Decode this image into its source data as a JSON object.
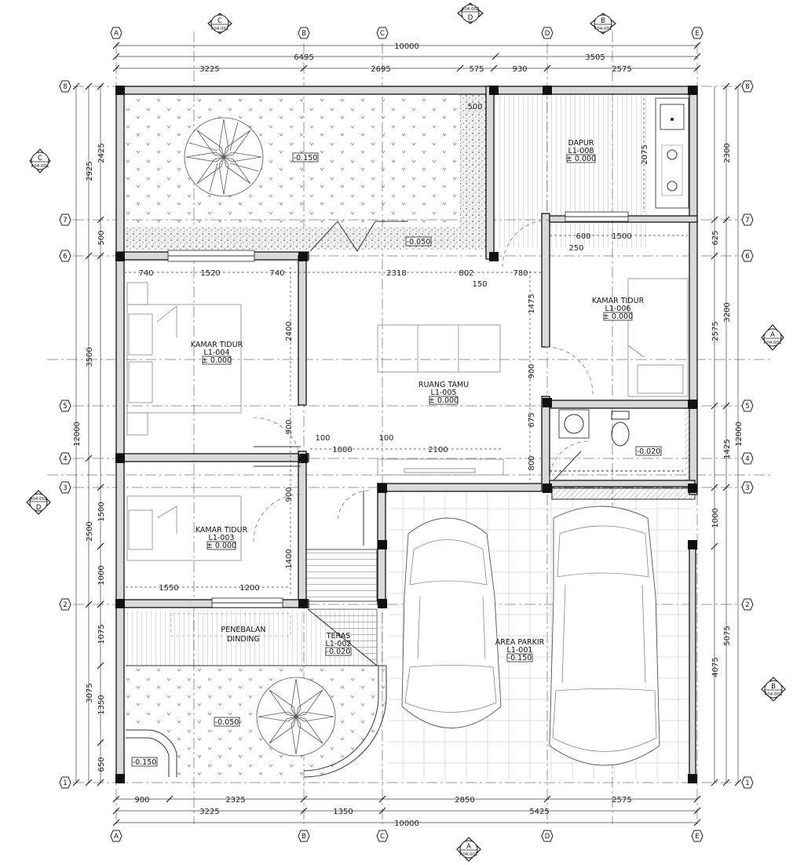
{
  "grid_x": [
    {
      "label": "A"
    },
    {
      "label": "B"
    },
    {
      "label": "C"
    },
    {
      "label": "D"
    },
    {
      "label": "E"
    }
  ],
  "grid_y": [
    {
      "label": "8"
    },
    {
      "label": "7"
    },
    {
      "label": "6"
    },
    {
      "label": "5"
    },
    {
      "label": "4"
    },
    {
      "label": "3"
    },
    {
      "label": "2"
    },
    {
      "label": "1"
    }
  ],
  "dims_top": {
    "overall": "10000",
    "row2": [
      "6495",
      "3505"
    ],
    "row3": [
      "3225",
      "2695",
      "575",
      "930",
      "2575"
    ]
  },
  "dims_bottom": {
    "row1": [
      "900",
      "2325",
      "2850",
      "2575"
    ],
    "row2": [
      "3225",
      "1350",
      "5425"
    ],
    "overall": "10000"
  },
  "dims_left": {
    "overall": "12000",
    "col2": [
      "2925",
      "3500",
      "2500",
      "3075"
    ],
    "col3": [
      "2425",
      "500",
      "1500",
      "1000",
      "1075",
      "1350",
      "650"
    ]
  },
  "dims_right": {
    "overall": "12000",
    "col2": [
      "2300",
      "3200",
      "1425",
      "5075"
    ],
    "col3": [
      "625",
      "2575",
      "1000",
      "4075"
    ]
  },
  "dims_internal": {
    "d500": "500",
    "d2075": "2075",
    "d600": "600",
    "d1500": "1500",
    "d250": "250",
    "d740a": "740",
    "d1520": "1520",
    "d740b": "740",
    "d2318": "2318",
    "d802": "802",
    "d780": "780",
    "d150": "150",
    "d1475": "1475",
    "d2400": "2400",
    "d900a": "900",
    "d675": "675",
    "d800": "800",
    "d900b": "900",
    "d100a": "100",
    "d100b": "100",
    "d1000": "1000",
    "d2100": "2100",
    "d900c": "900",
    "d1400": "1400",
    "d1550": "1550",
    "d1200": "1200"
  },
  "rooms": [
    {
      "name": "DAPUR",
      "code": "L1-008",
      "level": "± 0.000"
    },
    {
      "name": "KAMAR TIDUR",
      "code": "L1-006",
      "level": "± 0.000"
    },
    {
      "name": "KAMAR TIDUR",
      "code": "L1-004",
      "level": "± 0.000"
    },
    {
      "name": "RUANG TAMU",
      "code": "L1-005",
      "level": "± 0.000"
    },
    {
      "name": "KAMAR TIDUR",
      "code": "L1-003",
      "level": "± 0.000"
    },
    {
      "name": "TERAS",
      "code": "L1-002",
      "level": "-0.020"
    },
    {
      "name": "AREA PARKIR",
      "code": "L1-001",
      "level": "-0.150"
    }
  ],
  "notes": {
    "penebalan": [
      "PENEBALAN",
      "DINDING"
    ]
  },
  "levels": {
    "garden_top": "-0.150",
    "strip": "-0.050",
    "bath": "-0.020",
    "garden_bottom": "-0.050",
    "corner": "-0.150"
  },
  "section_marks": [
    {
      "letter": "C",
      "ref": "A04.001"
    },
    {
      "letter": "D",
      "ref": "A04.002"
    },
    {
      "letter": "B",
      "ref": "A04.001"
    },
    {
      "letter": "C",
      "ref": "A04.001"
    },
    {
      "letter": "A",
      "ref": "A04.001"
    },
    {
      "letter": "D",
      "ref": "A04.002"
    },
    {
      "letter": "B",
      "ref": "A04.001"
    },
    {
      "letter": "A",
      "ref": "A04.001"
    }
  ]
}
